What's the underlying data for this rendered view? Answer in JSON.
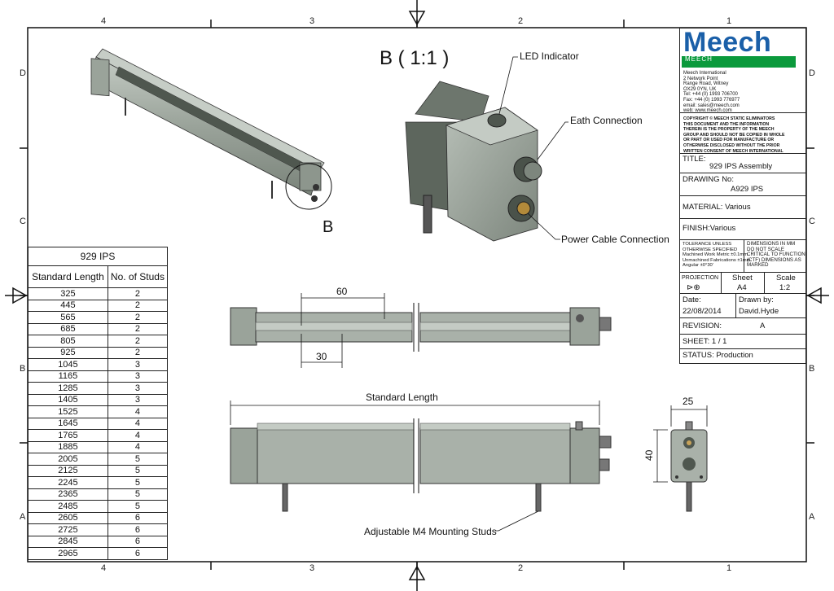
{
  "zones": {
    "cols": [
      "4",
      "3",
      "2",
      "1"
    ],
    "rows": [
      "D",
      "C",
      "B",
      "A"
    ]
  },
  "detail_label": "B ( 1:1 )",
  "callout_b": "B",
  "callouts": {
    "led": "LED Indicator",
    "earth": "Eath Connection",
    "power": "Power Cable Connection",
    "studs": "Adjustable M4 Mounting Studs"
  },
  "dimensions": {
    "d60": "60",
    "d30": "30",
    "standard_length": "Standard Length",
    "d25": "25",
    "d40": "40"
  },
  "table": {
    "title": "929 IPS",
    "col1": "Standard Length",
    "col2": "No. of Studs",
    "rows": [
      [
        "325",
        "2"
      ],
      [
        "445",
        "2"
      ],
      [
        "565",
        "2"
      ],
      [
        "685",
        "2"
      ],
      [
        "805",
        "2"
      ],
      [
        "925",
        "2"
      ],
      [
        "1045",
        "3"
      ],
      [
        "1165",
        "3"
      ],
      [
        "1285",
        "3"
      ],
      [
        "1405",
        "3"
      ],
      [
        "1525",
        "4"
      ],
      [
        "1645",
        "4"
      ],
      [
        "1765",
        "4"
      ],
      [
        "1885",
        "4"
      ],
      [
        "2005",
        "5"
      ],
      [
        "2125",
        "5"
      ],
      [
        "2245",
        "5"
      ],
      [
        "2365",
        "5"
      ],
      [
        "2485",
        "5"
      ],
      [
        "2605",
        "6"
      ],
      [
        "2725",
        "6"
      ],
      [
        "2845",
        "6"
      ],
      [
        "2965",
        "6"
      ]
    ]
  },
  "title_block": {
    "logo": "Meech",
    "logo_sub": "MEECH",
    "address": [
      "Meech International",
      "2 Network Point",
      "Range Road, Witney",
      "OX29 0YN, UK",
      "Tel: +44 (0) 1993 706700",
      "Fax: +44 (0) 1993 776977",
      "email: sales@meech.com",
      "web: www.meech.com"
    ],
    "copyright": [
      "COPYRIGHT © MEECH STATIC ELIMINATORS",
      "THIS DOCUMENT AND THE INFORMATION",
      "THEREIN IS THE PROPERTY OF THE MEECH",
      "GROUP AND SHOULD NOT BE COPIED IN WHOLE",
      "OR PART OR USED FOR MANUFACTURE OR",
      "OTHERWISE DISCLOSED WITHOUT THE PRIOR",
      "WRITTEN CONSENT OF MEECH INTERNATIONAL"
    ],
    "title_label": "TITLE:",
    "title_value": "929 IPS Assembly",
    "drawing_label": "DRAWING No:",
    "drawing_value": "A929 IPS",
    "material": "MATERIAL:  Various",
    "finish": "FINISH:Various",
    "tolerance": [
      "TOLERANCE UNLESS",
      "OTHERWISE SPECIFIED",
      "Machined Work Metric ±0.1mm",
      "Unmachined Fabrications ±1mm",
      "Angular ±0°30'"
    ],
    "dims_note": [
      "DIMENSIONS IN MM",
      "DO NOT SCALE",
      "CRITICAL TO FUNCTION",
      "(CTF) DIMENSIONS AS",
      "MARKED"
    ],
    "projection": "PROJECTION",
    "sheet_label": "Sheet",
    "sheet_value": "A4",
    "scale_label": "Scale",
    "scale_value": "1:2",
    "date_label": "Date:",
    "date_value": "22/08/2014",
    "drawn_label": "Drawn by:",
    "drawn_value": "David.Hyde",
    "revision_label": "REVISION:",
    "revision_value": "A",
    "sheet_count": "SHEET: 1 / 1",
    "status": "STATUS: Production"
  },
  "colors": {
    "body": "#9aa39a",
    "body_dark": "#6f786f",
    "logo_blue": "#1a5fa8",
    "logo_green": "#0b9a3c"
  }
}
